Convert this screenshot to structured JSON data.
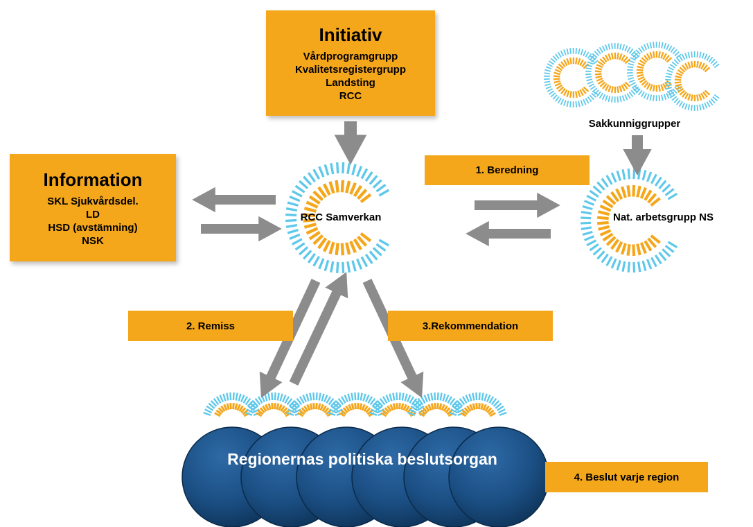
{
  "initiative": {
    "title": "Initiativ",
    "lines": [
      "Vårdprogramgrupp",
      "Kvalitetsregistergrupp",
      "Landsting",
      "RCC"
    ]
  },
  "information": {
    "title": "Information",
    "lines": [
      "SKL Sjukvårdsdel.",
      "LD",
      "HSD (avstämning)",
      "NSK"
    ]
  },
  "center": {
    "label": "RCC Samverkan"
  },
  "expert_groups": {
    "label": "Sakkunniggrupper"
  },
  "national_group": {
    "label": "Nat. arbetsgrupp NS"
  },
  "steps": {
    "s1": "1. Beredning",
    "s2": "2. Remiss",
    "s3": "3.Rekommendation",
    "s4": "4. Beslut varje region"
  },
  "regions": {
    "label": "Regionernas politiska beslutsorgan"
  },
  "colors": {
    "orange": "#F5A71C",
    "light_blue": "#5EC8EA",
    "dark_blue": "#1B4F84",
    "arrow_gray": "#8C8C8C"
  }
}
